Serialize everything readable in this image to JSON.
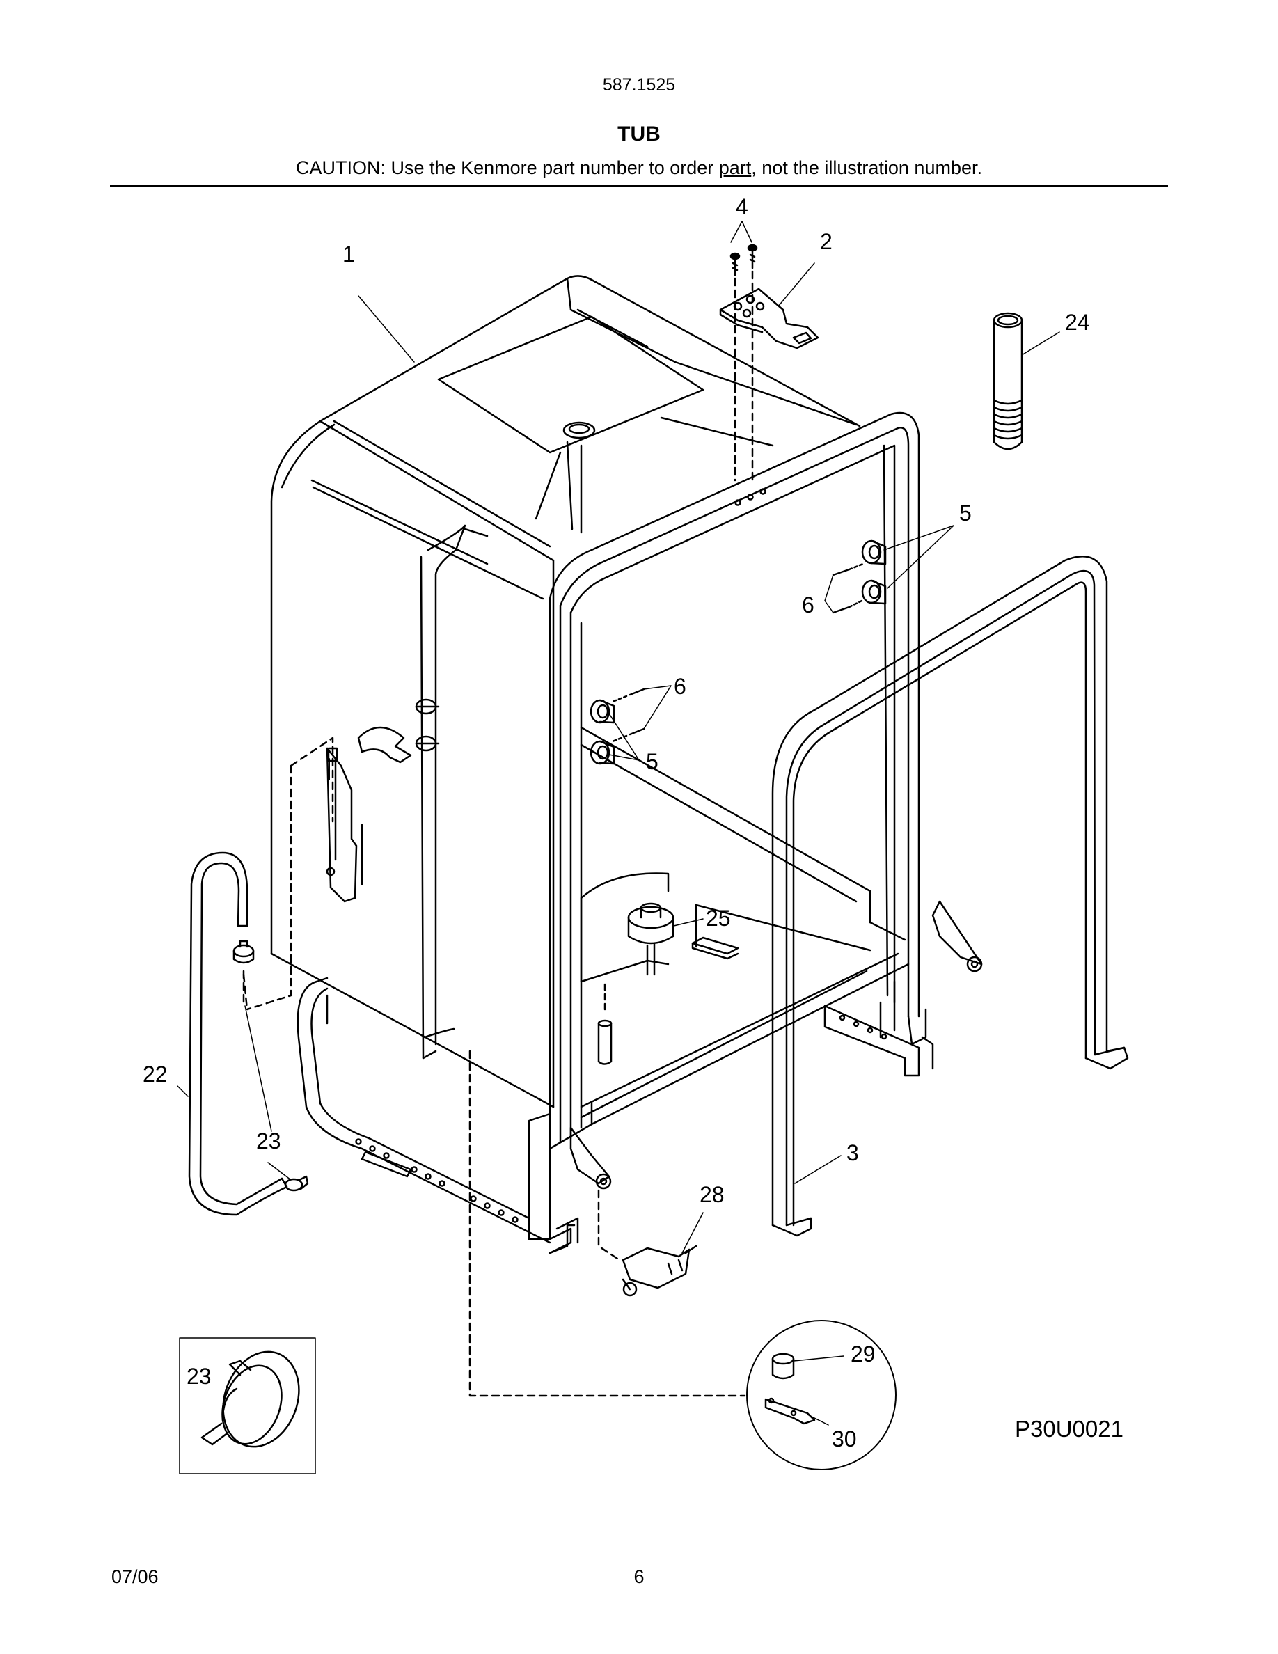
{
  "header": {
    "model": "587.1525",
    "title": "TUB",
    "caution_before": "CAUTION: Use the Kenmore part number to order ",
    "caution_underlined": "part",
    "caution_after": ", not the illustration number."
  },
  "callouts": {
    "c1": "1",
    "c2": "2",
    "c3": "3",
    "c4": "4",
    "c5a": "5",
    "c5b": "5",
    "c6a": "6",
    "c6b": "6",
    "c22": "22",
    "c23a": "23",
    "c23b": "23",
    "c24": "24",
    "c25": "25",
    "c28": "28",
    "c29": "29",
    "c30": "30"
  },
  "diagram_code": "P30U0021",
  "footer": {
    "date": "07/06",
    "page": "6"
  }
}
